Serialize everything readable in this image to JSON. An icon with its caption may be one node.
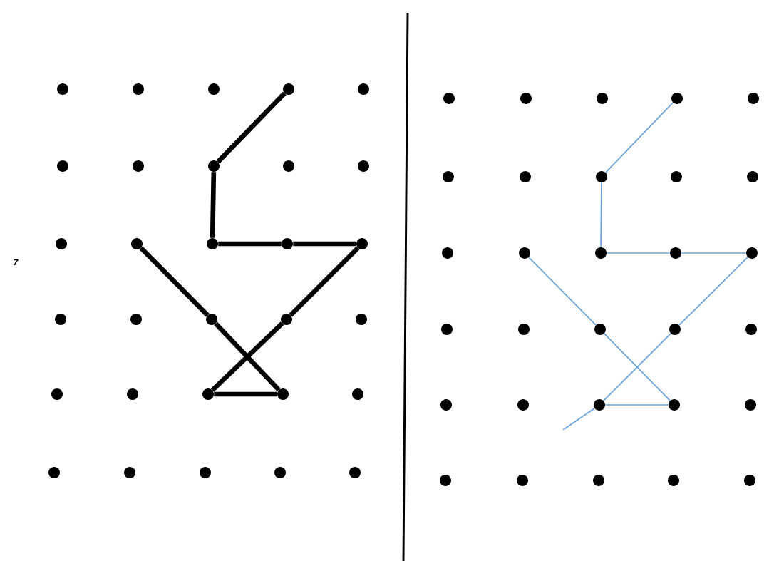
{
  "diagram": {
    "nodes": [
      {
        "text": [],
        "shape": "circle"
      },
      {
        "text": [],
        "shape": "circle"
      },
      {
        "text": [],
        "shape": "circle"
      },
      {
        "text": [],
        "shape": "circle"
      },
      {
        "text": [],
        "shape": "circle"
      },
      {
        "text": [],
        "shape": "circle"
      },
      {
        "text": [],
        "shape": "circle"
      },
      {
        "text": [],
        "shape": "circle"
      },
      {
        "text": [],
        "shape": "circle"
      },
      {
        "text": [],
        "shape": "circle"
      },
      {
        "text": [],
        "shape": "circle"
      },
      {
        "text": [],
        "shape": "circle"
      },
      {
        "text": [],
        "shape": "circle"
      },
      {
        "text": [],
        "shape": "circle"
      },
      {
        "text": [],
        "shape": "circle"
      },
      {
        "text": [],
        "shape": "circle"
      },
      {
        "text": [],
        "shape": "circle"
      },
      {
        "text": [],
        "shape": "circle"
      },
      {
        "text": [],
        "shape": "circle"
      },
      {
        "text": [],
        "shape": "circle"
      },
      {
        "text": [],
        "shape": "circle"
      },
      {
        "text": [],
        "shape": "circle"
      },
      {
        "text": [],
        "shape": "circle"
      },
      {
        "text": [],
        "shape": "circle"
      },
      {
        "text": [],
        "shape": "circle"
      },
      {
        "text": [],
        "shape": "circle"
      },
      {
        "text": [],
        "shape": "circle"
      },
      {
        "text": [],
        "shape": "circle"
      },
      {
        "text": [],
        "shape": "circle"
      },
      {
        "text": [],
        "shape": "circle"
      },
      {
        "text": [],
        "shape": "circle"
      },
      {
        "text": [],
        "shape": "circle"
      },
      {
        "text": [],
        "shape": "circle"
      },
      {
        "text": [],
        "shape": "circle"
      },
      {
        "text": [],
        "shape": "circle"
      },
      {
        "text": [],
        "shape": "circle"
      },
      {
        "text": [],
        "shape": "circle"
      },
      {
        "text": [],
        "shape": "circle"
      },
      {
        "text": [],
        "shape": "circle"
      },
      {
        "text": [],
        "shape": "circle"
      },
      {
        "text": [],
        "shape": "circle"
      },
      {
        "text": [],
        "shape": "circle"
      },
      {
        "text": [],
        "shape": "circle"
      },
      {
        "text": [],
        "shape": "circle"
      },
      {
        "text": [],
        "shape": "circle"
      },
      {
        "text": [],
        "shape": "circle"
      },
      {
        "text": [],
        "shape": "circle"
      },
      {
        "text": [],
        "shape": "circle"
      },
      {
        "text": [],
        "shape": "circle"
      },
      {
        "text": [],
        "shape": "circle"
      },
      {
        "text": [],
        "shape": "circle"
      },
      {
        "text": [],
        "shape": "circle"
      },
      {
        "text": [],
        "shape": "circle"
      },
      {
        "text": [],
        "shape": "circle"
      },
      {
        "text": [],
        "shape": "circle"
      },
      {
        "text": [],
        "shape": "circle"
      },
      {
        "text": [],
        "shape": "circle"
      },
      {
        "text": [],
        "shape": "circle"
      },
      {
        "text": [],
        "shape": "circle"
      },
      {
        "text": [],
        "shape": "circle"
      }
    ],
    "edges": [
      {
        "from": 3,
        "to": 7,
        "arrow": "none",
        "style": "thick",
        "color": "#000000"
      },
      {
        "from": 7,
        "to": 12,
        "arrow": "none",
        "style": "thick",
        "color": "#000000"
      },
      {
        "from": 12,
        "to": 13,
        "arrow": "none",
        "style": "thick",
        "color": "#000000"
      },
      {
        "from": 13,
        "to": 14,
        "arrow": "none",
        "style": "thick",
        "color": "#000000"
      },
      {
        "from": 14,
        "to": 18,
        "arrow": "none",
        "style": "thick",
        "color": "#000000"
      },
      {
        "from": 18,
        "to": 22,
        "arrow": "none",
        "style": "thick",
        "color": "#000000"
      },
      {
        "from": 22,
        "to": 23,
        "arrow": "none",
        "style": "thick",
        "color": "#000000"
      },
      {
        "from": 23,
        "to": 17,
        "arrow": "none",
        "style": "thick",
        "color": "#000000"
      },
      {
        "from": 17,
        "to": 11,
        "arrow": "none",
        "style": "thick",
        "color": "#000000"
      },
      {
        "from": 33,
        "to": 37,
        "arrow": "none",
        "color": "#6aa3dc"
      },
      {
        "from": 37,
        "to": 42,
        "arrow": "none",
        "color": "#6aa3dc"
      },
      {
        "from": 42,
        "to": 43,
        "arrow": "none",
        "color": "#6aa3dc"
      },
      {
        "from": 43,
        "to": 44,
        "arrow": "none",
        "color": "#6aa3dc"
      },
      {
        "from": 44,
        "to": 48,
        "arrow": "none",
        "color": "#6aa3dc"
      },
      {
        "from": 48,
        "to": 52,
        "arrow": "none",
        "color": "#6aa3dc"
      },
      {
        "from": 52,
        "to": 53,
        "arrow": "none",
        "color": "#6aa3dc"
      },
      {
        "from": 53,
        "to": 47,
        "arrow": "none",
        "color": "#6aa3dc"
      },
      {
        "from": 47,
        "to": 41,
        "arrow": "none",
        "color": "#6aa3dc"
      },
      {
        "from": 52,
        "to": null,
        "arrow": "none",
        "color": "#6aa3dc"
      }
    ],
    "labels": [
      "7"
    ]
  }
}
